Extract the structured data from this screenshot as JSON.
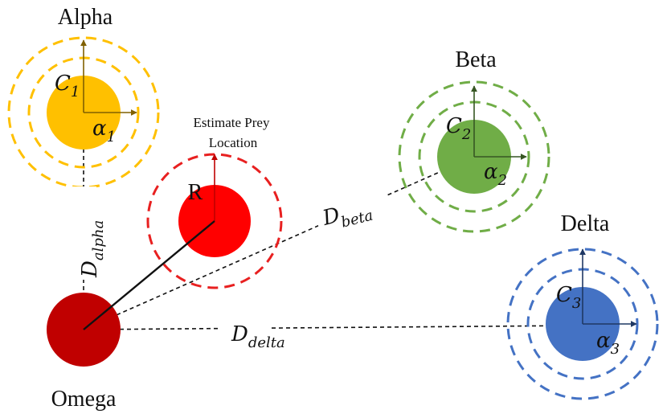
{
  "nodes": {
    "alpha": {
      "name": "Alpha",
      "coef_base": "C",
      "coef_sub": "1",
      "angle_base": "α",
      "angle_sub": "1",
      "color": "#FFC000",
      "arrow_color": "#806000"
    },
    "beta": {
      "name": "Beta",
      "coef_base": "C",
      "coef_sub": "2",
      "angle_base": "α",
      "angle_sub": "2",
      "color": "#70AD47",
      "arrow_color": "#375623"
    },
    "delta": {
      "name": "Delta",
      "coef_base": "C",
      "coef_sub": "3",
      "angle_base": "α",
      "angle_sub": "3",
      "color": "#4472C4",
      "arrow_color": "#1F3864"
    },
    "prey": {
      "name": "R",
      "caption_line1": "Estimate Prey",
      "caption_line2": "Location",
      "color": "#FF0000",
      "ring_color": "#E82020",
      "arrow_color": "#C00000"
    },
    "omega": {
      "name": "Omega",
      "color": "#C00000"
    }
  },
  "distances": {
    "alpha": {
      "base": "D",
      "sub": "alpha"
    },
    "beta": {
      "base": "D",
      "sub": "beta"
    },
    "delta": {
      "base": "D",
      "sub": "delta"
    }
  }
}
